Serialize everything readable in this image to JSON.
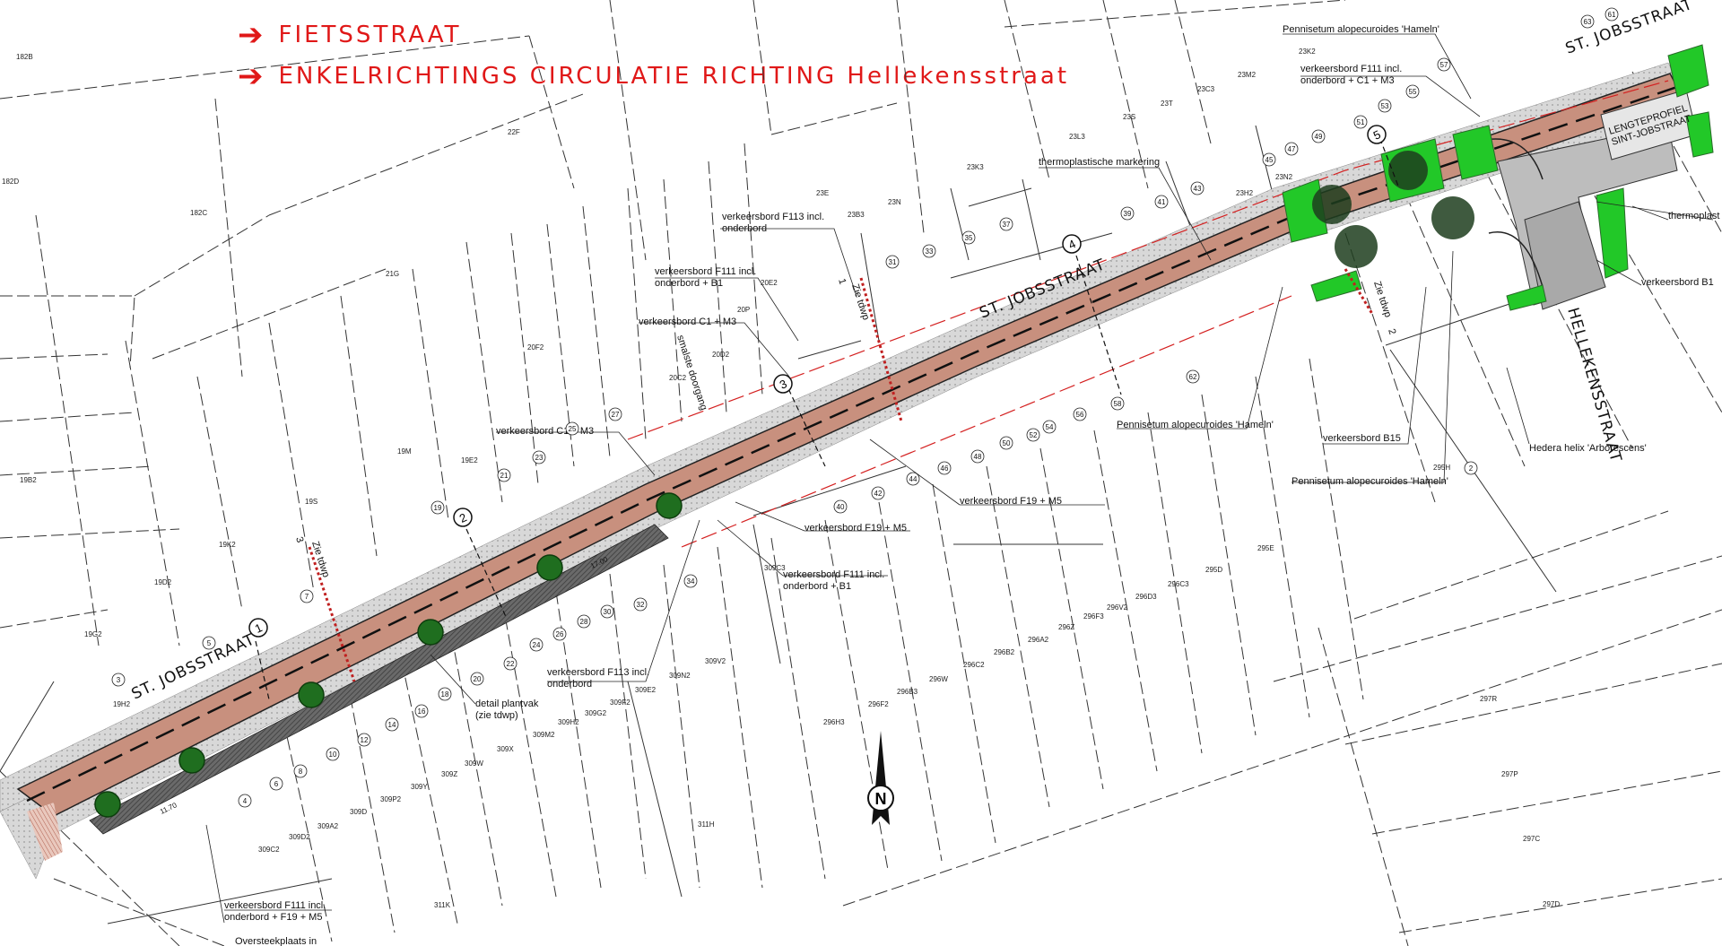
{
  "header": {
    "line1": "FIETSSTRAAT",
    "line2": "ENKELRICHTINGS CIRCULATIE RICHTING Hellekensstraat"
  },
  "streets": {
    "sint_jobsstraat_left": "ST. JOBSSTRAAT",
    "sint_jobsstraat_mid": "ST. JOBSSTRAAT",
    "sint_jobsstraat_right": "ST. JOBSSTRAAT",
    "hellekensstraat": "HELLEKENSSTRAAT"
  },
  "labels": {
    "lengteprofiel_1": "LENGTEPROFIEL",
    "lengteprofiel_2": "SINT-JOBSTRAAT",
    "zie_tdwp_1": "Zie tdwp",
    "zie_tdwp_2": "Zie tdwp",
    "zie_tdwp_3": "Zie tdwp",
    "smalste_doorgang": "smalste doorgang"
  },
  "section_numbers": [
    "1",
    "2",
    "3",
    "4",
    "5"
  ],
  "section_marks": {
    "zie_1": "1",
    "zie_2": "2",
    "zie_3": "3"
  },
  "annotations": {
    "pennisetum_top": "Pennisetum alopecuroides 'Hameln'",
    "f111_c1_m3_top_1": "verkeersbord F111 incl.",
    "f111_c1_m3_top_2": "onderbord + C1 + M3",
    "thermoplastische_markering": "thermoplastische markering",
    "thermoplast_right": "thermoplast",
    "verkeersbord_b1": "verkeersbord B1",
    "f113_top_1": "verkeersbord F113 incl.",
    "f113_top_2": "onderbord",
    "f111_b1_upper_1": "verkeersbord F111 incl.",
    "f111_b1_upper_2": "onderbord + B1",
    "c1_m3_upper": "verkeersbord C1 + M3",
    "c1_m3_lower": "verkeersbord C1 + M3",
    "pennisetum_mid": "Pennisetum alopecuroides 'Hameln'",
    "verkeersbord_b15": "verkeersbord B15",
    "hedera": "Hedera helix 'Arborescens'",
    "pennisetum_low": "Pennisetum alopecuroides 'Hameln'",
    "f19_m5_right": "verkeersbord F19 + M5",
    "f19_m5_left": "verkeersbord F19 + M5",
    "f111_b1_lower_1": "verkeersbord F111 incl.",
    "f111_b1_lower_2": "onderbord + B1",
    "f113_lower_1": "verkeersbord F113 incl.",
    "f113_lower_2": "onderbord",
    "detail_plantvak_1": "detail plantvak",
    "detail_plantvak_2": "(zie tdwp)",
    "f111_f19_bottom_1": "verkeersbord F111 incl.",
    "f111_f19_bottom_2": "onderbord + F19 + M5",
    "oversteek": "Oversteekplaats in"
  },
  "parcels": {
    "p182b": "182B",
    "p182d": "182D",
    "p182c": "182C",
    "p22f": "22F",
    "p21g": "21G",
    "p20f2": "20F2",
    "p19m": "19M",
    "p19e2": "19E2",
    "p19s": "19S",
    "p19b2": "19B2",
    "p19k2": "19K2",
    "p19d2": "19D2",
    "p19g2": "19G2",
    "p19h2": "19H2",
    "p23k2": "23K2",
    "p23m2": "23M2",
    "p23c3": "23C3",
    "p23t": "23T",
    "p23s": "23S",
    "p23l3": "23L3",
    "p23k3": "23K3",
    "p23e": "23E",
    "p23b3": "23B3",
    "p23n": "23N",
    "p23h2": "23H2",
    "p23n2": "23N2",
    "p20e2": "20E2",
    "p20p": "20P",
    "p20d2": "20D2",
    "p20c2": "20C2",
    "p309c3": "309C3",
    "p309v2": "309V2",
    "p309n2": "309N2",
    "p309e2": "309E2",
    "p309f2": "309F2",
    "p309g2": "309G2",
    "p309h2": "309H2",
    "p309m2": "309M2",
    "p309x": "309X",
    "p309w": "309W",
    "p309z": "309Z",
    "p309y": "309Y",
    "p309p2": "309P2",
    "p309d": "309D",
    "p309a2": "309A2",
    "p309d2": "309D2",
    "p309c2": "309C2",
    "p311h": "311H",
    "p311k": "311K",
    "p296h3": "296H3",
    "p296f2": "296F2",
    "p296b3": "296B3",
    "p296w": "296W",
    "p296c2": "296C2",
    "p296b2": "296B2",
    "p296a2": "296A2",
    "p296z": "296Z",
    "p296f3": "296F3",
    "p296v2": "296V2",
    "p296d3": "296D3",
    "p296c3": "296C3",
    "p295d": "295D",
    "p295e": "295E",
    "p295h": "295H",
    "p297r": "297R",
    "p297p": "297P",
    "p297c": "297C",
    "p297d": "297D"
  },
  "house_numbers": {
    "h63": "63",
    "h61": "61",
    "h57": "57",
    "h55": "55",
    "h53": "53",
    "h51": "51",
    "h49": "49",
    "h47": "47",
    "h45": "45",
    "h43": "43",
    "h41": "41",
    "h39": "39",
    "h37": "37",
    "h35": "35",
    "h33": "33",
    "h31": "31",
    "h27": "27",
    "h25": "25",
    "h23": "23",
    "h21": "21",
    "h19": "19",
    "h7": "7",
    "h5": "5",
    "h3": "3",
    "h62": "62",
    "h58": "58",
    "h56": "56",
    "h54": "54",
    "h52": "52",
    "h50": "50",
    "h48": "48",
    "h46": "46",
    "h44": "44",
    "h42": "42",
    "h40": "40",
    "h34": "34",
    "h32": "32",
    "h30": "30",
    "h28": "28",
    "h26": "26",
    "h24": "24",
    "h22": "22",
    "h20": "20",
    "h18": "18",
    "h16": "16",
    "h14": "14",
    "h12": "12",
    "h10": "10",
    "h8": "8",
    "h6": "6",
    "h4": "4",
    "h2": "2"
  },
  "dimensions": {
    "d1": "11.70",
    "d2": "17.00"
  },
  "north": "N",
  "colors": {
    "header_red": "#e01818",
    "road_brown": "#c8907e",
    "sidewalk": "#cfcfcf",
    "parking": "#5a5a5a",
    "planting": "#22c828",
    "tree": "#1f6e1f",
    "dashed_red": "#d42020"
  }
}
